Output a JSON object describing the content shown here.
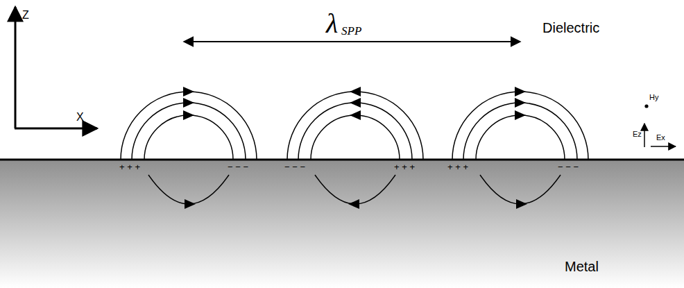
{
  "diagram": {
    "labels": [
      "λ",
      "SPP",
      "Dielectric",
      "Z",
      "X",
      "Hy",
      "Ez",
      "Ex",
      "+ + +",
      "− − −",
      "− − −",
      "+ + +",
      "+ + +",
      "− − −",
      "Metal"
    ]
  }
}
